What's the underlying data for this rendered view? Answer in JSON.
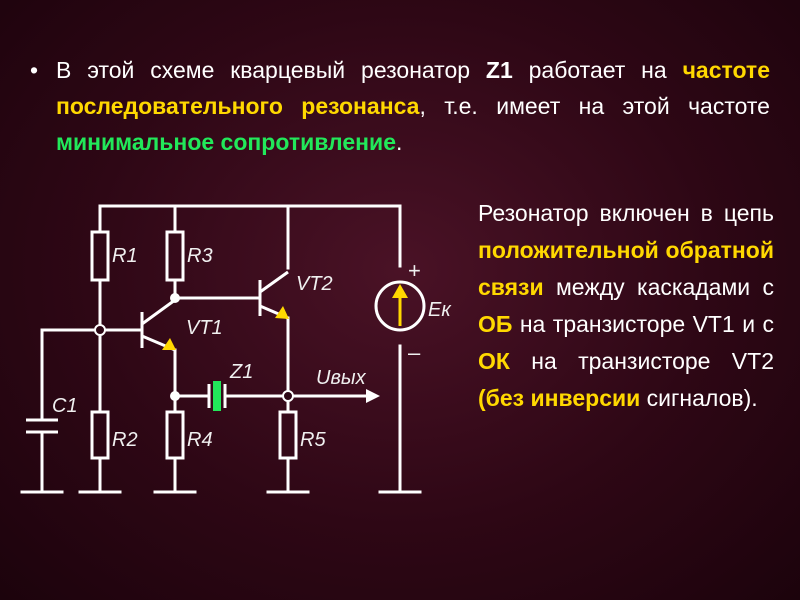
{
  "bullet": {
    "marker": "•",
    "part1": "В этой схеме кварцевый резонатор ",
    "z1": "Z1",
    "part2": " работает на ",
    "highlight1": "частоте последовательного резонанса",
    "part3": ", т.е. имеет на этой частоте ",
    "highlight2": "минимальное сопротивление",
    "part4": "."
  },
  "side": {
    "t1": "Резонатор включен в цепь ",
    "hl1": "положительной обратной связи",
    "t2": " между каскадами с ",
    "ob": "ОБ",
    "t3": " на транзисторе VT1 и с ",
    "ok": "ОК",
    "t4": " на транзисторе VT2 ",
    "hl2": "(без инверсии",
    "t5": " сигналов)."
  },
  "circuit": {
    "labels": {
      "r1": "R1",
      "r2": "R2",
      "r3": "R3",
      "r4": "R4",
      "r5": "R5",
      "vt1": "VT1",
      "vt2": "VT2",
      "z1": "Z1",
      "c1": "C1",
      "uout": "Uвых",
      "ek": "Eк",
      "plus": "+",
      "minus": "–"
    },
    "colors": {
      "wire": "#ffffff",
      "arrow": "#ffd800"
    }
  }
}
